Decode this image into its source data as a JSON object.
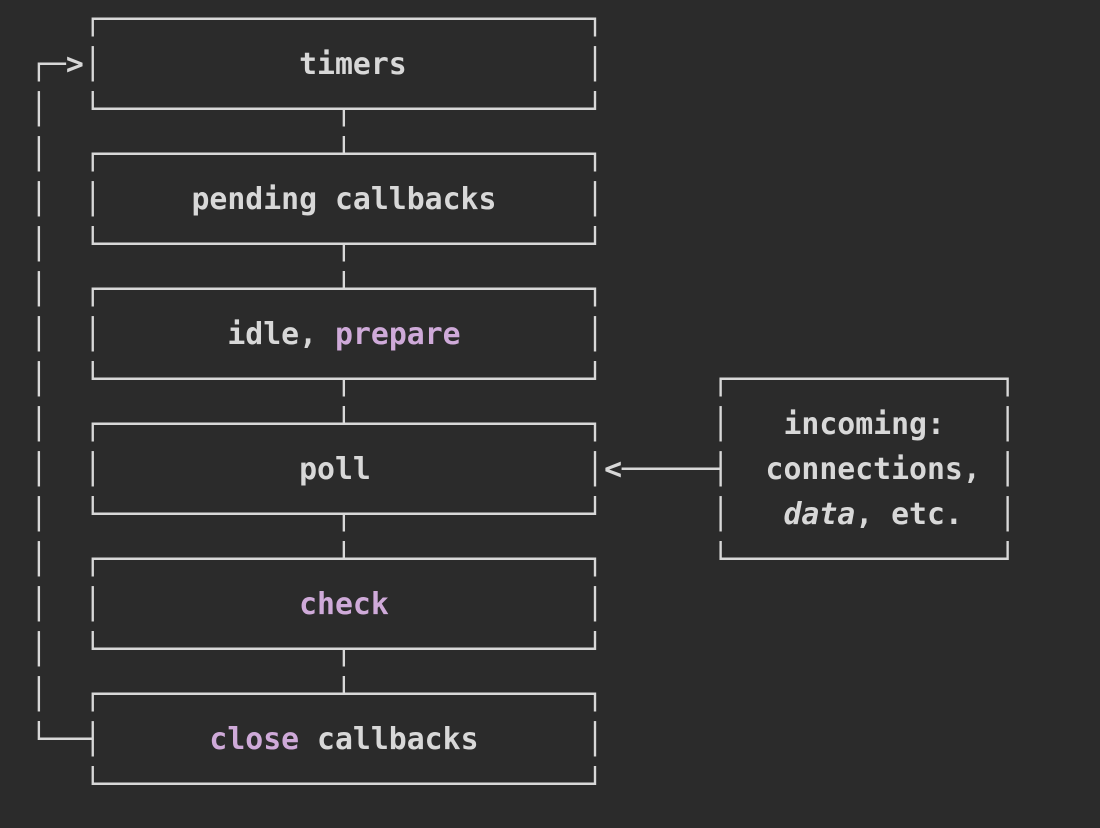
{
  "colors": {
    "background": "#2b2b2b",
    "foreground": "#d8d8d8",
    "accent_purple": "#cfaad9"
  },
  "diagram": {
    "kind": "ascii-flow-diagram",
    "phases": [
      "timers",
      "pending callbacks",
      "idle, prepare",
      "poll",
      "check",
      "close callbacks"
    ],
    "side_box_lines": [
      "incoming:",
      "connections,",
      "data, etc."
    ],
    "lines": [
      [
        {
          "text": "   ┌───────────────────────────┐"
        }
      ],
      [
        {
          "text": "┌─>│           "
        },
        {
          "text": "timers",
          "name": "phase-timers"
        },
        {
          "text": "          │"
        }
      ],
      [
        {
          "text": "│  └─────────────┬─────────────┘"
        }
      ],
      [
        {
          "text": "│  ┌─────────────┴─────────────┐"
        }
      ],
      [
        {
          "text": "│  │     "
        },
        {
          "text": "pending callbacks",
          "name": "phase-pending-callbacks"
        },
        {
          "text": "     │"
        }
      ],
      [
        {
          "text": "│  └─────────────┬─────────────┘"
        }
      ],
      [
        {
          "text": "│  ┌─────────────┴─────────────┐"
        }
      ],
      [
        {
          "text": "│  │       "
        },
        {
          "text": "idle,",
          "name": "phase-idle"
        },
        {
          "text": " "
        },
        {
          "text": "prepare",
          "style": "accent",
          "name": "phase-prepare"
        },
        {
          "text": "       │"
        }
      ],
      [
        {
          "text": "│  └─────────────┬─────────────┘      ┌───────────────┐"
        }
      ],
      [
        {
          "text": "│  ┌─────────────┴─────────────┐      │   "
        },
        {
          "text": "incoming:",
          "name": "incoming-label"
        },
        {
          "text": "   │"
        }
      ],
      [
        {
          "text": "│  │           "
        },
        {
          "text": "poll",
          "name": "phase-poll"
        },
        {
          "text": "            │<─────┤  "
        },
        {
          "text": "connections,",
          "name": "incoming-connections"
        },
        {
          "text": " │"
        }
      ],
      [
        {
          "text": "│  └─────────────┬─────────────┘      │   "
        },
        {
          "text": "data",
          "style": "italic",
          "name": "incoming-data"
        },
        {
          "text": ", etc.  │"
        }
      ],
      [
        {
          "text": "│  ┌─────────────┴─────────────┐      └───────────────┘"
        }
      ],
      [
        {
          "text": "│  │           "
        },
        {
          "text": "check",
          "style": "accent",
          "name": "phase-check"
        },
        {
          "text": "           │"
        }
      ],
      [
        {
          "text": "│  └─────────────┬─────────────┘"
        }
      ],
      [
        {
          "text": "│  ┌─────────────┴─────────────┐"
        }
      ],
      [
        {
          "text": "└──┤      "
        },
        {
          "text": "close",
          "style": "accent",
          "name": "phase-close"
        },
        {
          "text": " callbacks      │"
        }
      ],
      [
        {
          "text": "   └───────────────────────────┘"
        }
      ]
    ]
  }
}
